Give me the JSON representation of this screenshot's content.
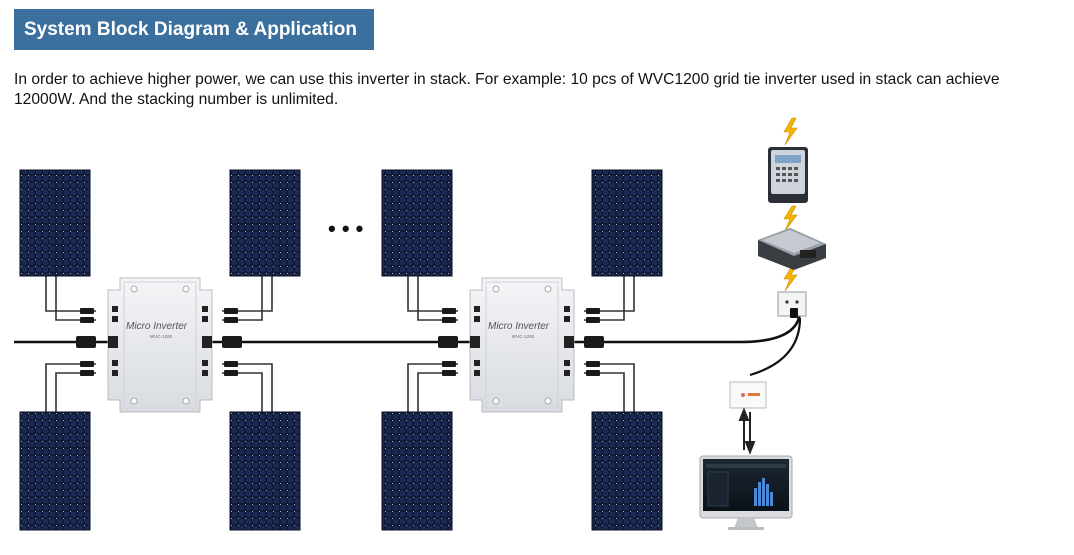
{
  "header": {
    "title": "System Block Diagram & Application"
  },
  "intro": {
    "text": "In order to achieve higher power, we can use this inverter in stack. For example: 10 pcs of WVC1200 grid tie inverter used in stack can achieve 12000W. And the stacking number is unlimited."
  },
  "diagram": {
    "inverter_label": "Micro Inverter",
    "inverter_model": "WVC-1200",
    "ellipsis": "• • •"
  }
}
